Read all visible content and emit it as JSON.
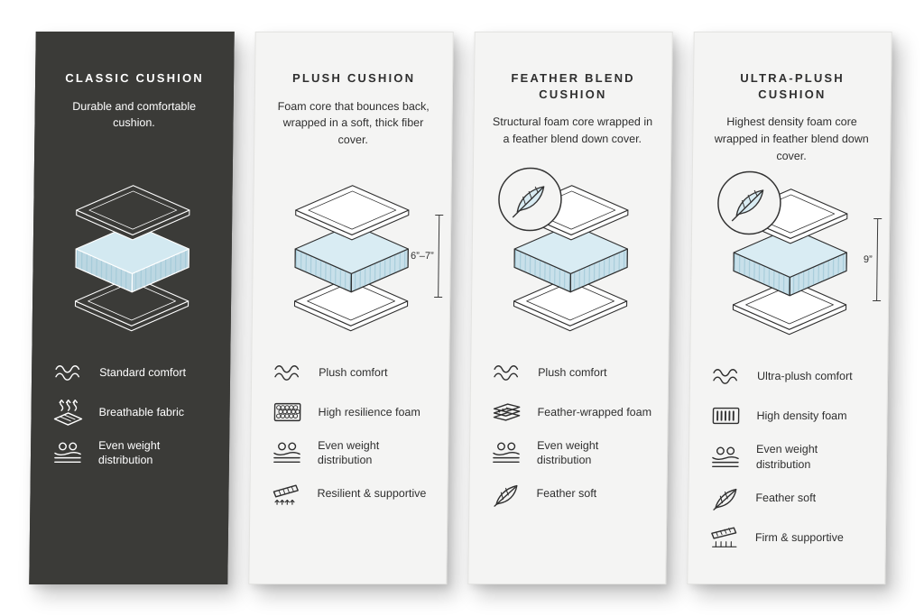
{
  "colors": {
    "dark_card_bg": "#3b3b38",
    "light_card_bg": "#f4f4f3",
    "foam_fill": "#d9ecf3",
    "foam_side": "#c8e0ea",
    "outline": "#333333"
  },
  "cards": [
    {
      "title": "CLASSIC CUSHION",
      "description": "Durable and comfortable cushion.",
      "theme": "dark",
      "features": [
        {
          "icon": "waves-icon",
          "label": "Standard comfort"
        },
        {
          "icon": "breathable-fabric-icon",
          "label": "Breathable fabric"
        },
        {
          "icon": "even-weight-icon",
          "label": "Even weight distribution"
        }
      ]
    },
    {
      "title": "PLUSH CUSHION",
      "description": "Foam core that bounces back, wrapped in a soft, thick fiber cover.",
      "theme": "light",
      "measurement": "6”–7”",
      "features": [
        {
          "icon": "waves-icon",
          "label": "Plush comfort"
        },
        {
          "icon": "resilience-foam-icon",
          "label": "High resilience foam"
        },
        {
          "icon": "even-weight-icon",
          "label": "Even weight distribution"
        },
        {
          "icon": "resilient-supportive-icon",
          "label": "Resilient & supportive"
        }
      ]
    },
    {
      "title": "FEATHER BLEND CUSHION",
      "description": "Structural foam core wrapped in a feather blend down cover.",
      "theme": "light",
      "has_feather_badge": true,
      "features": [
        {
          "icon": "waves-icon",
          "label": "Plush comfort"
        },
        {
          "icon": "feather-wrapped-foam-icon",
          "label": "Feather-wrapped foam"
        },
        {
          "icon": "even-weight-icon",
          "label": "Even weight distribution"
        },
        {
          "icon": "feather-icon",
          "label": "Feather soft"
        }
      ]
    },
    {
      "title": "ULTRA-PLUSH CUSHION",
      "description": "Highest density foam core wrapped in feather blend down cover.",
      "theme": "light",
      "measurement": "9”",
      "has_feather_badge": true,
      "features": [
        {
          "icon": "waves-icon",
          "label": "Ultra-plush comfort"
        },
        {
          "icon": "high-density-foam-icon",
          "label": "High density foam"
        },
        {
          "icon": "even-weight-icon",
          "label": "Even weight distribution"
        },
        {
          "icon": "feather-icon",
          "label": "Feather soft"
        },
        {
          "icon": "firm-supportive-icon",
          "label": "Firm & supportive"
        }
      ]
    }
  ]
}
